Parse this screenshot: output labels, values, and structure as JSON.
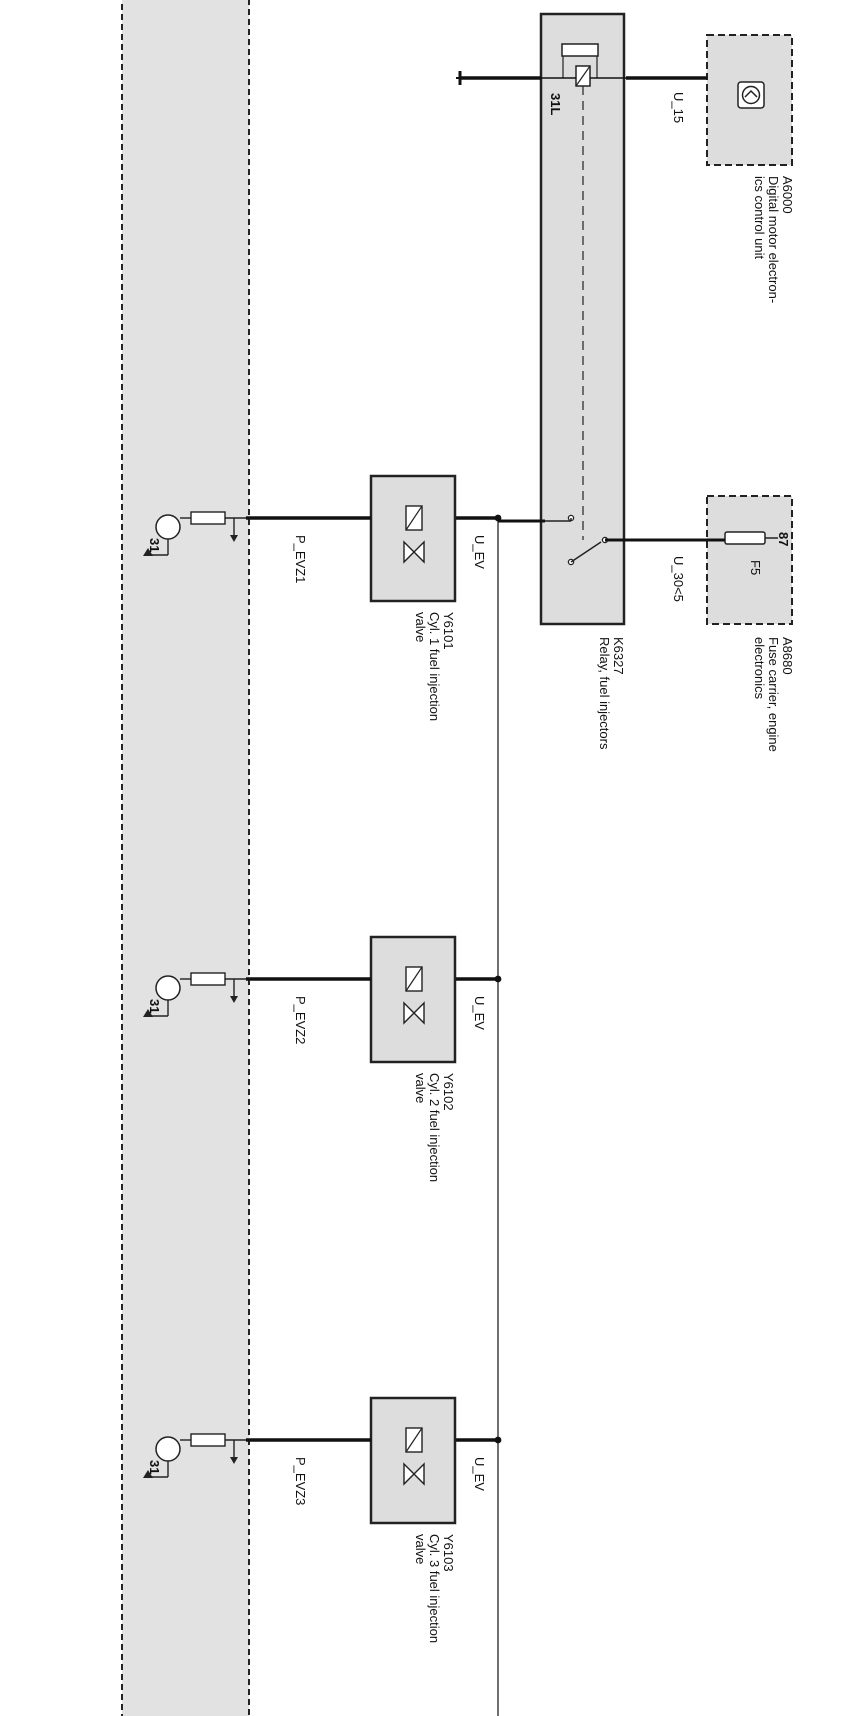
{
  "components": {
    "a6000": {
      "code": "A6000",
      "lines": [
        "Digital motor electron-",
        "ics control unit"
      ]
    },
    "a8680": {
      "code": "A8680",
      "lines": [
        "Fuse carrier, engine",
        "electronics"
      ]
    },
    "k6327": {
      "code": "K6327",
      "lines": [
        "Relay, fuel injectors"
      ]
    },
    "y6101": {
      "code": "Y6101",
      "lines": [
        "Cyl. 1 fuel injection",
        "valve"
      ]
    },
    "y6102": {
      "code": "Y6102",
      "lines": [
        "Cyl. 2 fuel injection",
        "valve"
      ]
    },
    "y6103": {
      "code": "Y6103",
      "lines": [
        "Cyl. 3 fuel injection",
        "valve"
      ]
    }
  },
  "wires": {
    "u15": "U_15",
    "u30": "U_30<5",
    "u_ev_1": "U_EV",
    "u_ev_2": "U_EV",
    "u_ev_3": "U_EV",
    "p_evz1": "P_EVZ1",
    "p_evz2": "P_EVZ2",
    "p_evz3": "P_EVZ3"
  },
  "pins": {
    "relay_ground": "31L",
    "fuse_pin": "87",
    "fuse_name": "F5",
    "ground_1": "31",
    "ground_2": "31",
    "ground_3": "31"
  },
  "colors": {
    "panel_fill": "#e2e2e2",
    "box_fill": "#dddddd",
    "line": "#111111"
  }
}
